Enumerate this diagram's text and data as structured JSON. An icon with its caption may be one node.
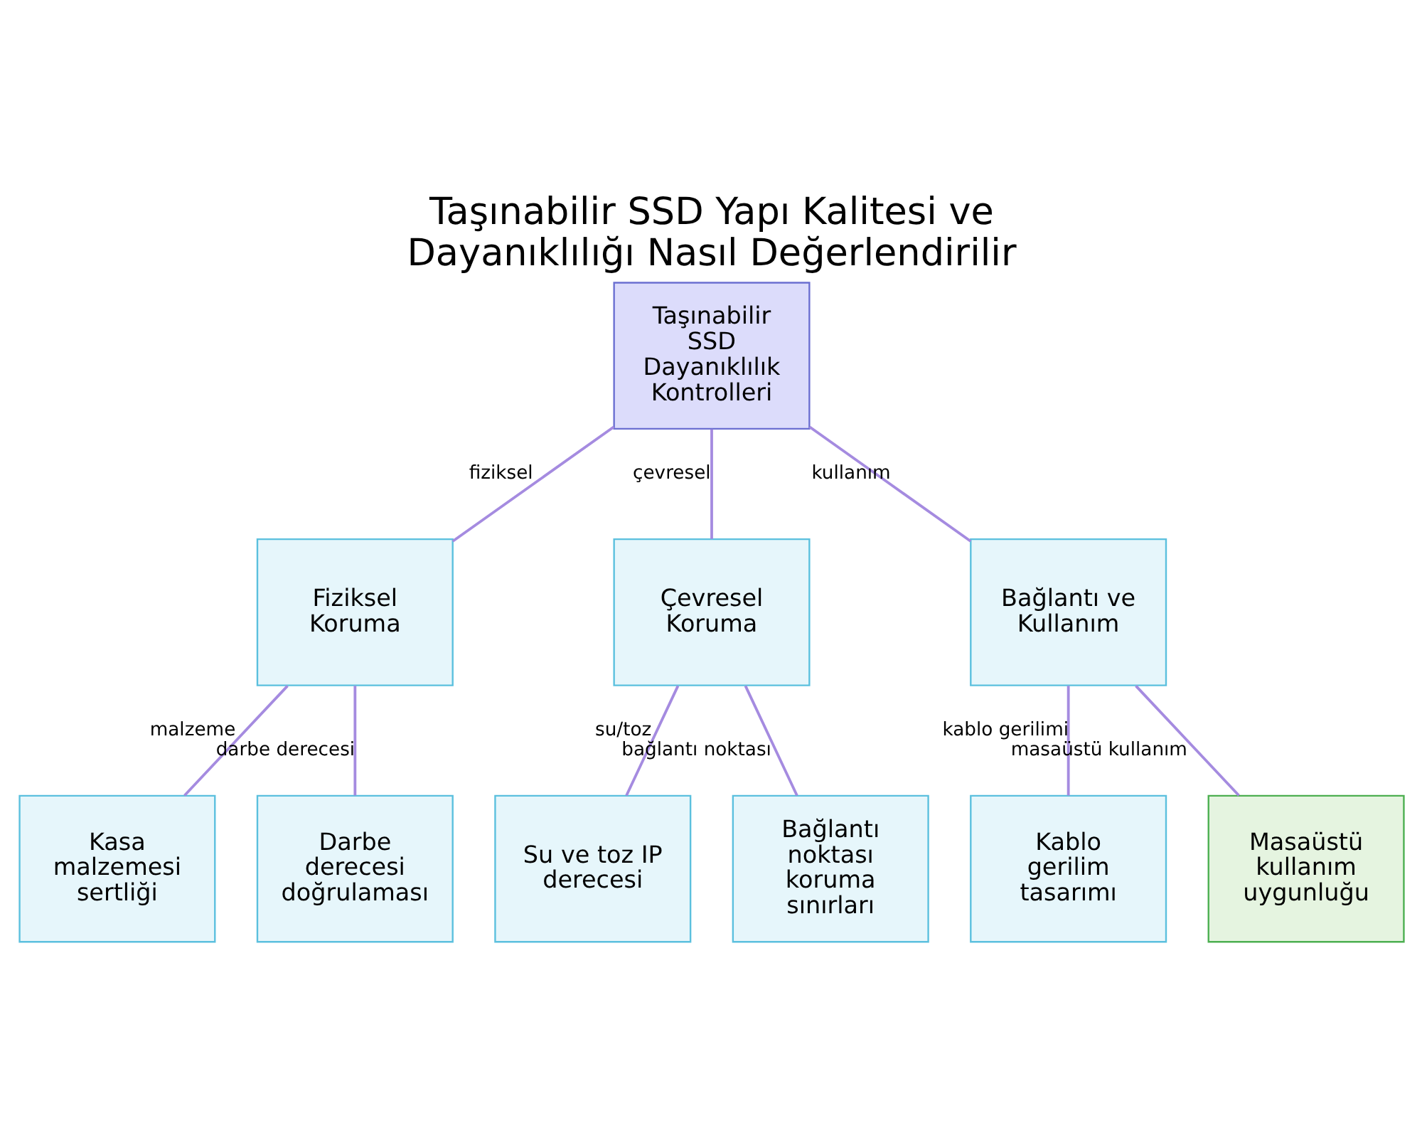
{
  "diagram": {
    "title": "Taşınabilir SSD Yapı Kalitesi ve Dayanıklılığı Nasıl Değerlendirilir",
    "nodes": [
      {
        "text": [
          "Taşınabilir SSD Dayanıklılık Kontrolleri"
        ]
      },
      {
        "text": [
          "Fiziksel Koruma"
        ]
      },
      {
        "text": [
          "Çevresel Koruma"
        ]
      },
      {
        "text": [
          "Bağlantı ve Kullanım"
        ]
      },
      {
        "text": [
          "Kasa malzemesi sertliği"
        ]
      },
      {
        "text": [
          "Darbe derecesi doğrulaması"
        ]
      },
      {
        "text": [
          "Su ve toz IP derecesi"
        ]
      },
      {
        "text": [
          "Bağlantı noktası koruma sınırları"
        ]
      },
      {
        "text": [
          "Kablo gerilim tasarımı"
        ]
      },
      {
        "text": [
          "Masaüstü kullanım uygunluğu"
        ]
      }
    ],
    "edges": [
      {
        "from": 0,
        "to": 1,
        "arrow": "none",
        "label": "fiziksel"
      },
      {
        "from": 0,
        "to": 2,
        "arrow": "none",
        "label": "çevresel"
      },
      {
        "from": 0,
        "to": 3,
        "arrow": "none",
        "label": "kullanım"
      },
      {
        "from": 1,
        "to": 4,
        "arrow": "none",
        "label": "malzeme"
      },
      {
        "from": 1,
        "to": 5,
        "arrow": "none",
        "label": "darbe derecesi"
      },
      {
        "from": 2,
        "to": 6,
        "arrow": "none",
        "label": "su/toz"
      },
      {
        "from": 2,
        "to": 7,
        "arrow": "none",
        "label": "bağlantı noktası"
      },
      {
        "from": 3,
        "to": 8,
        "arrow": "none",
        "label": "kablo gerilimi"
      },
      {
        "from": 3,
        "to": 9,
        "arrow": "none",
        "label": "masaüstü kullanım"
      }
    ]
  }
}
